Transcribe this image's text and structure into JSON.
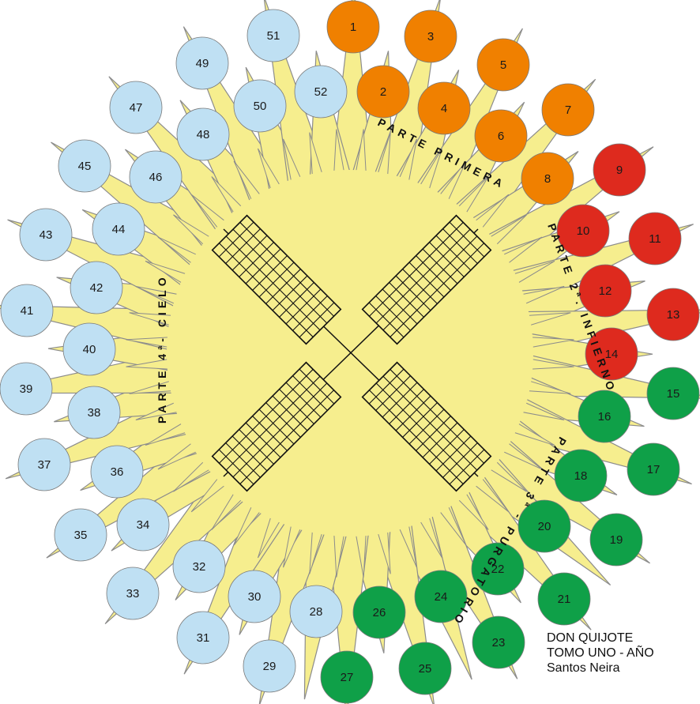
{
  "credits": [
    "DON QUIJOTE",
    "TOMO UNO - AÑO",
    "Santos Neira"
  ],
  "parts": [
    {
      "text": "PARTE PRIMERA"
    },
    {
      "text": "PARTE 2ª. INFIERNO"
    },
    {
      "text": "PARTE 3ª - PURGATORIO"
    },
    {
      "text": "PARTE 4ª- CIELO"
    }
  ],
  "colors": {
    "background": "#ffffff",
    "sun": "#f6ee8e",
    "ray_stroke": "#8c8c8c",
    "orange": "#f08000",
    "red": "#de2a1e",
    "green": "#0fa048",
    "blue": "#bfe0f3",
    "grid_fill": "#f6ee8e",
    "grid_stroke": "#111111"
  },
  "nodes": [
    {
      "n": "1",
      "g": "orange"
    },
    {
      "n": "2",
      "g": "orange"
    },
    {
      "n": "3",
      "g": "orange"
    },
    {
      "n": "4",
      "g": "orange"
    },
    {
      "n": "5",
      "g": "orange"
    },
    {
      "n": "6",
      "g": "orange"
    },
    {
      "n": "7",
      "g": "orange"
    },
    {
      "n": "8",
      "g": "orange"
    },
    {
      "n": "9",
      "g": "red"
    },
    {
      "n": "10",
      "g": "red"
    },
    {
      "n": "11",
      "g": "red"
    },
    {
      "n": "12",
      "g": "red"
    },
    {
      "n": "13",
      "g": "red"
    },
    {
      "n": "14",
      "g": "red"
    },
    {
      "n": "15",
      "g": "green"
    },
    {
      "n": "16",
      "g": "green"
    },
    {
      "n": "17",
      "g": "green"
    },
    {
      "n": "18",
      "g": "green"
    },
    {
      "n": "19",
      "g": "green"
    },
    {
      "n": "20",
      "g": "green"
    },
    {
      "n": "21",
      "g": "green"
    },
    {
      "n": "22",
      "g": "green"
    },
    {
      "n": "23",
      "g": "green"
    },
    {
      "n": "24",
      "g": "green"
    },
    {
      "n": "25",
      "g": "green"
    },
    {
      "n": "26",
      "g": "green"
    },
    {
      "n": "27",
      "g": "green"
    },
    {
      "n": "28",
      "g": "blue"
    },
    {
      "n": "29",
      "g": "blue"
    },
    {
      "n": "30",
      "g": "blue"
    },
    {
      "n": "31",
      "g": "blue"
    },
    {
      "n": "32",
      "g": "blue"
    },
    {
      "n": "33",
      "g": "blue"
    },
    {
      "n": "34",
      "g": "blue"
    },
    {
      "n": "35",
      "g": "blue"
    },
    {
      "n": "36",
      "g": "blue"
    },
    {
      "n": "37",
      "g": "blue"
    },
    {
      "n": "38",
      "g": "blue"
    },
    {
      "n": "39",
      "g": "blue"
    },
    {
      "n": "40",
      "g": "blue"
    },
    {
      "n": "41",
      "g": "blue"
    },
    {
      "n": "42",
      "g": "blue"
    },
    {
      "n": "43",
      "g": "blue"
    },
    {
      "n": "44",
      "g": "blue"
    },
    {
      "n": "45",
      "g": "blue"
    },
    {
      "n": "46",
      "g": "blue"
    },
    {
      "n": "47",
      "g": "blue"
    },
    {
      "n": "48",
      "g": "blue"
    },
    {
      "n": "49",
      "g": "blue"
    },
    {
      "n": "50",
      "g": "blue"
    },
    {
      "n": "51",
      "g": "blue"
    },
    {
      "n": "52",
      "g": "blue"
    }
  ]
}
